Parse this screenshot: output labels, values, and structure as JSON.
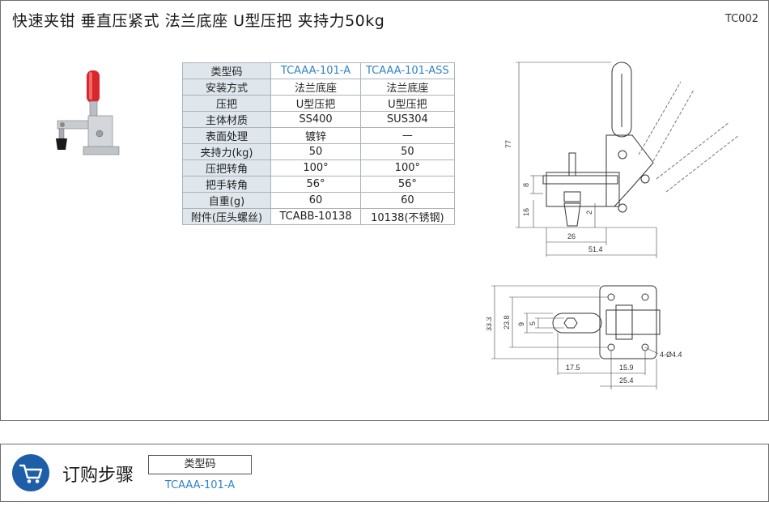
{
  "header": {
    "title": "快速夹钳 垂直压紧式 法兰底座 U型压把 夹持力50kg",
    "code": "TC002"
  },
  "spec_table": {
    "rows": [
      {
        "label": "类型码",
        "v1": "TCAAA-101-A",
        "v2": "TCAAA-101-ASS"
      },
      {
        "label": "安装方式",
        "v1": "法兰底座",
        "v2": "法兰底座"
      },
      {
        "label": "压把",
        "v1": "U型压把",
        "v2": "U型压把"
      },
      {
        "label": "主体材质",
        "v1": "SS400",
        "v2": "SUS304"
      },
      {
        "label": "表面处理",
        "v1": "镀锌",
        "v2": "—"
      },
      {
        "label": "夹持力(kg)",
        "v1": "50",
        "v2": "50"
      },
      {
        "label": "压把转角",
        "v1": "100°",
        "v2": "100°"
      },
      {
        "label": "把手转角",
        "v1": "56°",
        "v2": "56°"
      },
      {
        "label": "自重(g)",
        "v1": "60",
        "v2": "60"
      },
      {
        "label": "附件(压头螺丝)",
        "v1": "TCABB-10138",
        "v2": "10138(不锈钢)"
      }
    ]
  },
  "drawing": {
    "side_dims": {
      "height": "77",
      "d8": "8",
      "d16": "16",
      "d2": "2",
      "d26": "26",
      "d51": "51.4"
    },
    "top_dims": {
      "d33": "33.3",
      "d23": "23.8",
      "d9": "9",
      "d5": "5",
      "d17": "17.5",
      "d15": "15.9",
      "d25": "25.4",
      "holes": "4-Ø4.4"
    }
  },
  "order": {
    "title": "订购步骤",
    "field_label": "类型码",
    "field_value": "TCAAA-101-A"
  },
  "colors": {
    "accent": "#2f84c6",
    "badge": "#1e5ea8",
    "table_label_bg": "#dfe6ec"
  },
  "icons": {
    "order": "shopping-cart-icon"
  }
}
